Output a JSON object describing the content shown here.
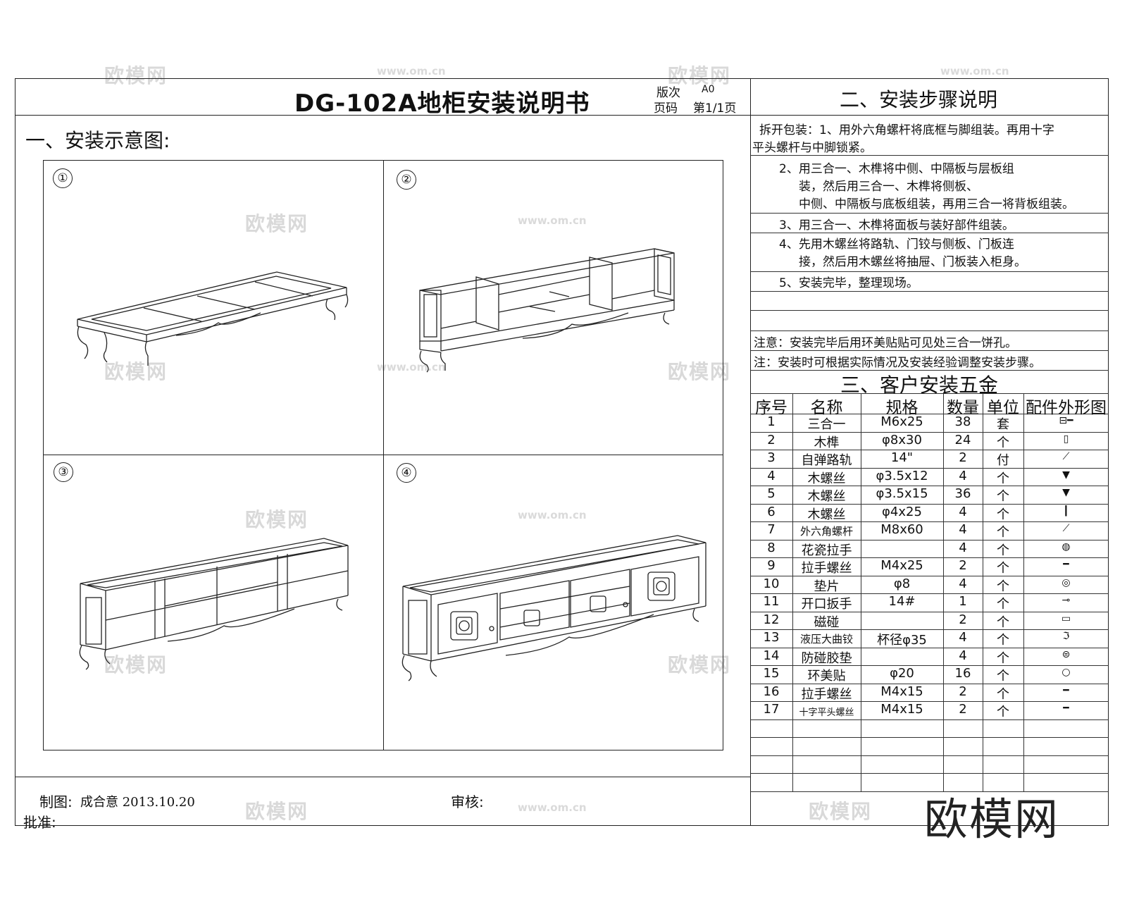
{
  "header": {
    "title": "DG-102A地柜安装说明书",
    "version_label": "版次",
    "version_value": "A0",
    "page_label": "页码",
    "page_value": "第1/1页",
    "steps_title": "二、安装步骤说明"
  },
  "diagram": {
    "section_title": "一、安装示意图:",
    "panels": [
      {
        "number": "①"
      },
      {
        "number": "②"
      },
      {
        "number": "③"
      },
      {
        "number": "④"
      }
    ]
  },
  "steps": {
    "lines": [
      "拆开包装：1、用外六角螺杆将底框与脚组装。再用十字",
      "平头螺杆与中脚锁紧。",
      "2、用三合一、木榫将中侧、中隔板与层板组",
      "装，然后用三合一、木榫将侧板、",
      "中侧、中隔板与底板组装，再用三合一将背板组装。",
      "3、用三合一、木榫将面板与装好部件组装。",
      "4、先用木螺丝将路轨、门铰与侧板、门板连",
      "接，然后用木螺丝将抽屉、门板装入柜身。",
      "5、安装完毕，整理现场。"
    ],
    "notes": [
      "注意：安装完毕后用环美贴贴可见处三合一饼孔。",
      "注：安装时可根据实际情况及安装经验调整安装步骤。"
    ]
  },
  "hardware": {
    "section_title": "三、客户安装五金",
    "columns": [
      "序号",
      "名称",
      "规格",
      "数量",
      "单位",
      "配件外形图"
    ],
    "rows": [
      {
        "no": "1",
        "name": "三合一",
        "spec": "M6x25",
        "qty": "38",
        "unit": "套",
        "icon": "cam-lock-icon"
      },
      {
        "no": "2",
        "name": "木榫",
        "spec": "φ8x30",
        "qty": "24",
        "unit": "个",
        "icon": "dowel-icon"
      },
      {
        "no": "3",
        "name": "自弹路轨",
        "spec": "14\"",
        "qty": "2",
        "unit": "付",
        "icon": "rail-icon"
      },
      {
        "no": "4",
        "name": "木螺丝",
        "spec": "φ3.5x12",
        "qty": "4",
        "unit": "个",
        "icon": "screw-icon"
      },
      {
        "no": "5",
        "name": "木螺丝",
        "spec": "φ3.5x15",
        "qty": "36",
        "unit": "个",
        "icon": "screw-icon"
      },
      {
        "no": "6",
        "name": "木螺丝",
        "spec": "φ4x25",
        "qty": "4",
        "unit": "个",
        "icon": "long-screw-icon"
      },
      {
        "no": "7",
        "name": "外六角螺杆",
        "spec": "M8x60",
        "qty": "4",
        "unit": "个",
        "icon": "hex-bolt-icon"
      },
      {
        "no": "8",
        "name": "花瓷拉手",
        "spec": "",
        "qty": "4",
        "unit": "个",
        "icon": "ceramic-knob-icon"
      },
      {
        "no": "9",
        "name": "拉手螺丝",
        "spec": "M4x25",
        "qty": "2",
        "unit": "个",
        "icon": "small-screw-icon"
      },
      {
        "no": "10",
        "name": "垫片",
        "spec": "φ8",
        "qty": "4",
        "unit": "个",
        "icon": "washer-icon"
      },
      {
        "no": "11",
        "name": "开口扳手",
        "spec": "14#",
        "qty": "1",
        "unit": "个",
        "icon": "wrench-icon"
      },
      {
        "no": "12",
        "name": "磁碰",
        "spec": "",
        "qty": "2",
        "unit": "个",
        "icon": "magnet-catch-icon"
      },
      {
        "no": "13",
        "name": "液压大曲铰",
        "spec": "杯径φ35",
        "qty": "4",
        "unit": "个",
        "icon": "hinge-icon"
      },
      {
        "no": "14",
        "name": "防碰胶垫",
        "spec": "",
        "qty": "4",
        "unit": "个",
        "icon": "bumper-pad-icon"
      },
      {
        "no": "15",
        "name": "环美贴",
        "spec": "φ20",
        "qty": "16",
        "unit": "个",
        "icon": "cover-cap-icon"
      },
      {
        "no": "16",
        "name": "拉手螺丝",
        "spec": "M4x15",
        "qty": "2",
        "unit": "个",
        "icon": "small-screw-icon"
      },
      {
        "no": "17",
        "name": "十字平头螺丝",
        "spec": "M4x15",
        "qty": "2",
        "unit": "个",
        "icon": "small-screw-icon"
      }
    ]
  },
  "footer": {
    "drawn_label": "制图:",
    "drawn_value": "成合意 2013.10.20",
    "review_label": "审核:",
    "approve_label": "批准:"
  },
  "watermark": {
    "brand": "欧模网",
    "url": "www.om.cn"
  }
}
